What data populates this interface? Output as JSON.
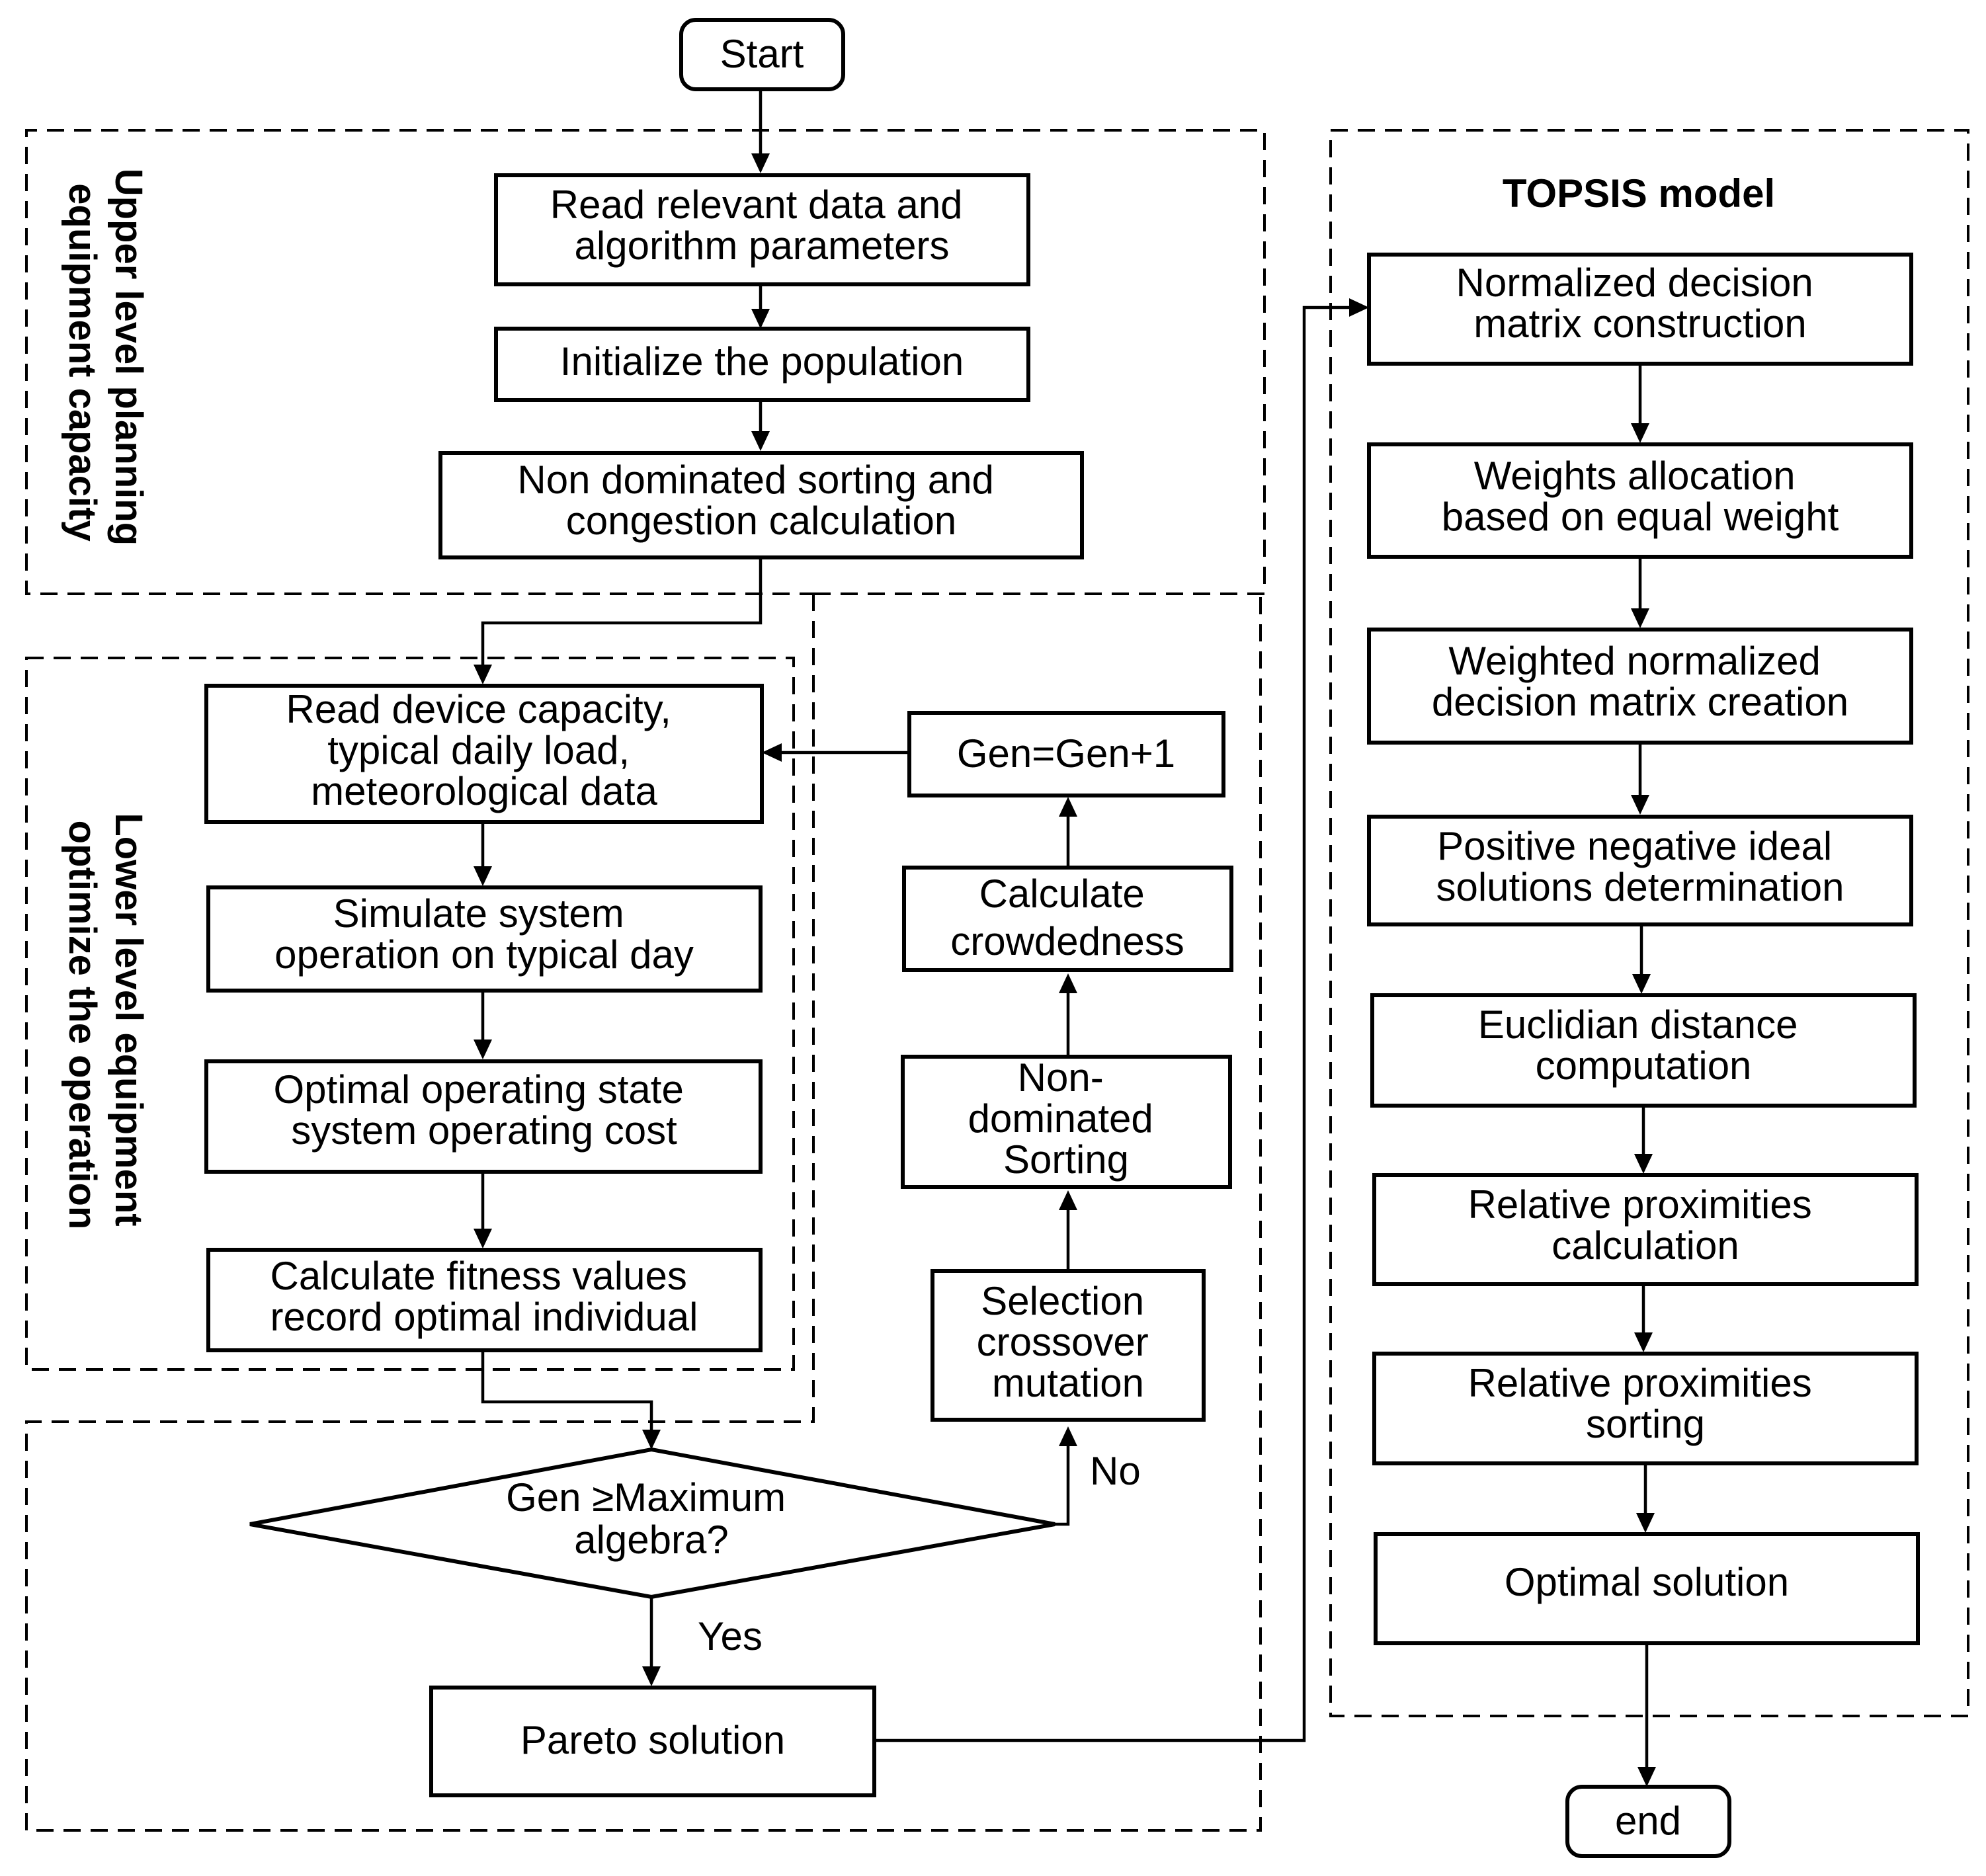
{
  "start": "Start",
  "end": "end",
  "groups": {
    "upper": [
      "Upper level planning",
      "equipment capacity"
    ],
    "lower": [
      "Lower level equipment",
      "optimize the operation"
    ],
    "topsis": "TOPSIS model"
  },
  "nsga": {
    "read_data": [
      "Read relevant data and",
      "algorithm parameters"
    ],
    "init_pop": "Initialize the population",
    "nds_congestion": [
      "Non dominated sorting and",
      "congestion calculation"
    ],
    "read_device": [
      "Read device capacity,",
      "typical daily load,",
      "meteorological data"
    ],
    "simulate": [
      "Simulate system",
      "operation on typical day"
    ],
    "optimal_state": [
      "Optimal operating state",
      "system operating cost"
    ],
    "fitness": [
      "Calculate fitness values",
      "record optimal individual"
    ],
    "decision": [
      "Gen ≥Maximum",
      "algebra?"
    ],
    "yes": "Yes",
    "no": "No",
    "pareto": "Pareto solution",
    "selection": [
      "Selection",
      "crossover",
      "mutation"
    ],
    "nds": [
      "Non-",
      "dominated",
      "Sorting"
    ],
    "crowdedness": [
      "Calculate",
      "crowdedness"
    ],
    "gen_inc": "Gen=Gen+1"
  },
  "topsis": {
    "normalized": [
      "Normalized decision",
      "matrix construction"
    ],
    "weights": [
      "Weights allocation",
      "based on equal weight"
    ],
    "weighted": [
      "Weighted normalized",
      "decision matrix creation"
    ],
    "ideal": [
      "Positive negative ideal",
      "solutions determination"
    ],
    "euclid": [
      "Euclidian distance",
      "computation"
    ],
    "rel_calc": [
      "Relative proximities",
      "calculation"
    ],
    "rel_sort": [
      "Relative proximities",
      "sorting"
    ],
    "optimal": "Optimal solution"
  }
}
